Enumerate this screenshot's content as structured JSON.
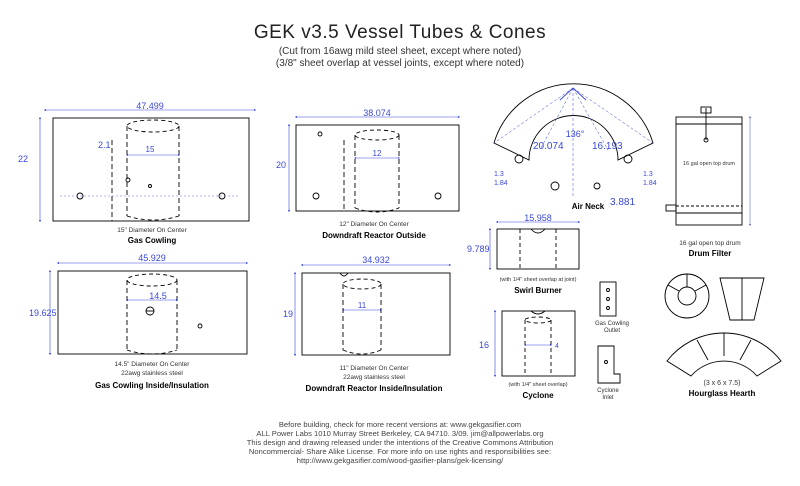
{
  "title": "GEK v3.5 Vessel Tubes & Cones",
  "subtitle1": "(Cut from 16awg mild steel sheet, except where noted)",
  "subtitle2": "(3/8\" sheet overlap at vessel joints, except where noted)",
  "panels": {
    "gas_cowling": {
      "label": "Gas Cowling",
      "note": "15\" Diameter On Center",
      "width": "47.499",
      "height": "22",
      "d1": "2.1",
      "d2": "15"
    },
    "reactor_outside": {
      "label": "Downdraft Reactor Outside",
      "note": "12\" Diameter On Center",
      "width": "38.074",
      "height": "20",
      "d1": "12"
    },
    "cowling_inside": {
      "label": "Gas Cowling Inside/Insulation",
      "note": "14.5\" Diameter On Center",
      "note2": "22awg stainless steel",
      "width": "45.929",
      "height": "19.625",
      "d1": "14.5"
    },
    "reactor_inside": {
      "label": "Downdraft Reactor Inside/Insulation",
      "note": "11\" Diameter On Center",
      "note2": "22awg stainless steel",
      "width": "34.932",
      "height": "19",
      "d1": "11"
    },
    "air_neck": {
      "label": "Air Neck",
      "r1": "20.074",
      "r2": "16.193",
      "ang": "136°",
      "arc": "3.881",
      "s1": "1.3",
      "s2": "1.84"
    },
    "swirl_burner": {
      "label": "Swirl Burner",
      "width": "15.958",
      "height": "9.789",
      "note": "(with 1/4\" sheet overlap at joint)"
    },
    "cyclone": {
      "label": "Cyclone",
      "height": "16",
      "d1": "4",
      "note": "(with 1/4\" sheet overlap)"
    },
    "cowling_outlet": {
      "label": "Gas Cowling Outlet"
    },
    "cyclone_inlet": {
      "label": "Cyclone Inlet"
    },
    "drum_filter": {
      "label": "Drum Filter",
      "note": "16 gal open top drum",
      "inner": "16 gal open top drum"
    },
    "hourglass": {
      "label": "Hourglass Hearth",
      "note": "(3 x 6 x 7.5)"
    }
  },
  "footer": [
    "Before building, check for more recent versions at:  www.gekgasifier.com",
    "ALL Power Labs 1010 Murray Street Berkeley, CA 94710. 3/09.  jim@allpowerlabs.org",
    "This design and drawing released under the intentions of the Creative Commons Attribution",
    "Noncommercial- Share Alike License.   For more info on use rights and responsibilities see:",
    "http://www.gekgasifier.com/wood-gasifier-plans/gek-licensing/"
  ]
}
